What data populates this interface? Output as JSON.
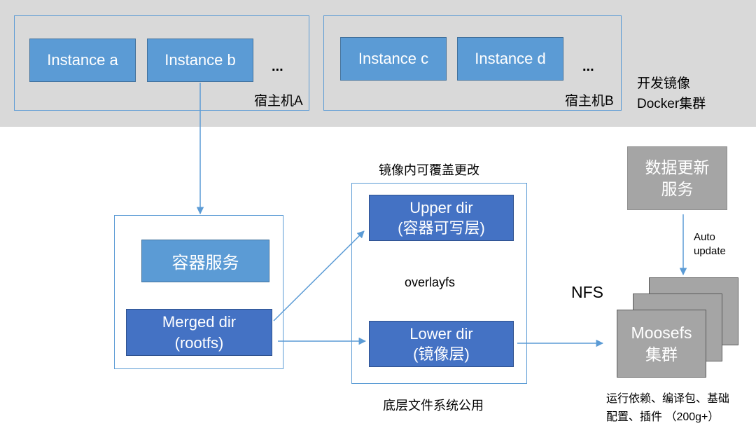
{
  "top_band": {
    "hostA": {
      "instances": [
        "Instance a",
        "Instance b"
      ],
      "ellipsis": "...",
      "label": "宿主机A"
    },
    "hostB": {
      "instances": [
        "Instance c",
        "Instance d"
      ],
      "ellipsis": "...",
      "label": "宿主机B"
    },
    "cluster_label_line1": "开发镜像",
    "cluster_label_line2": "Docker集群"
  },
  "container": {
    "service_label": "容器服务",
    "merged_line1": "Merged dir",
    "merged_line2": "(rootfs)"
  },
  "overlay": {
    "top_caption": "镜像内可覆盖更改",
    "upper_line1": "Upper dir",
    "upper_line2": "(容器可写层)",
    "middle_label": "overlayfs",
    "lower_line1": "Lower dir",
    "lower_line2": "(镜像层)",
    "bottom_caption": "底层文件系统公用"
  },
  "storage": {
    "update_service_line1": "数据更新",
    "update_service_line2": "服务",
    "auto_update_line1": "Auto",
    "auto_update_line2": "update",
    "nfs_label": "NFS",
    "moosefs_line1": "Moosefs",
    "moosefs_line2": "集群",
    "caption_line1": "运行依赖、编译包、基础",
    "caption_line2": "配置、插件 （200g+）"
  },
  "colors": {
    "band_bg": "#d9d9d9",
    "host_border": "#5b9bd5",
    "instance_fill": "#5b9bd5",
    "dark_fill": "#4472c4",
    "gray_fill": "#a5a5a5",
    "arrow": "#5b9bd5"
  }
}
